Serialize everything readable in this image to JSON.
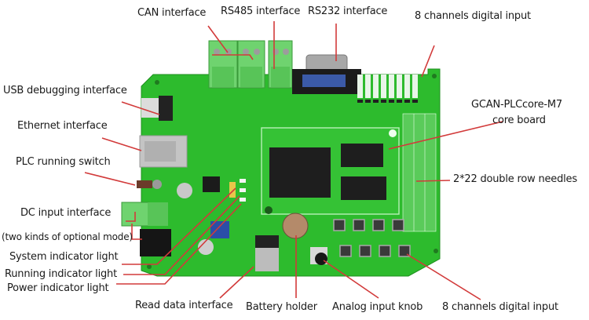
{
  "figure": {
    "subject": "GCAN-PLC development board",
    "board_color": "#2fbf2f",
    "leader_line_color": "#d23a3a"
  },
  "labels": {
    "can": "CAN interface",
    "rs485": "RS485 interface",
    "rs232": "RS232 interface",
    "digital_input_top": "8 channels digital input",
    "usb_debug": "USB debugging interface",
    "ethernet": "Ethernet interface",
    "plc_switch": "PLC running switch",
    "dc_input": "DC input  interface",
    "dc_input_note": "(two kinds of optional mode)",
    "system_light": "System indicator light",
    "running_light": "Running indicator light",
    "power_light": "Power indicator light",
    "read_data": "Read data interface",
    "battery": "Battery holder",
    "analog_knob": "Analog input knob",
    "digital_input_bottom": "8 channels digital input",
    "core_board_line1": "GCAN-PLCcore-M7",
    "core_board_line2": "core board",
    "row_needles": "2*22 double row needles"
  }
}
